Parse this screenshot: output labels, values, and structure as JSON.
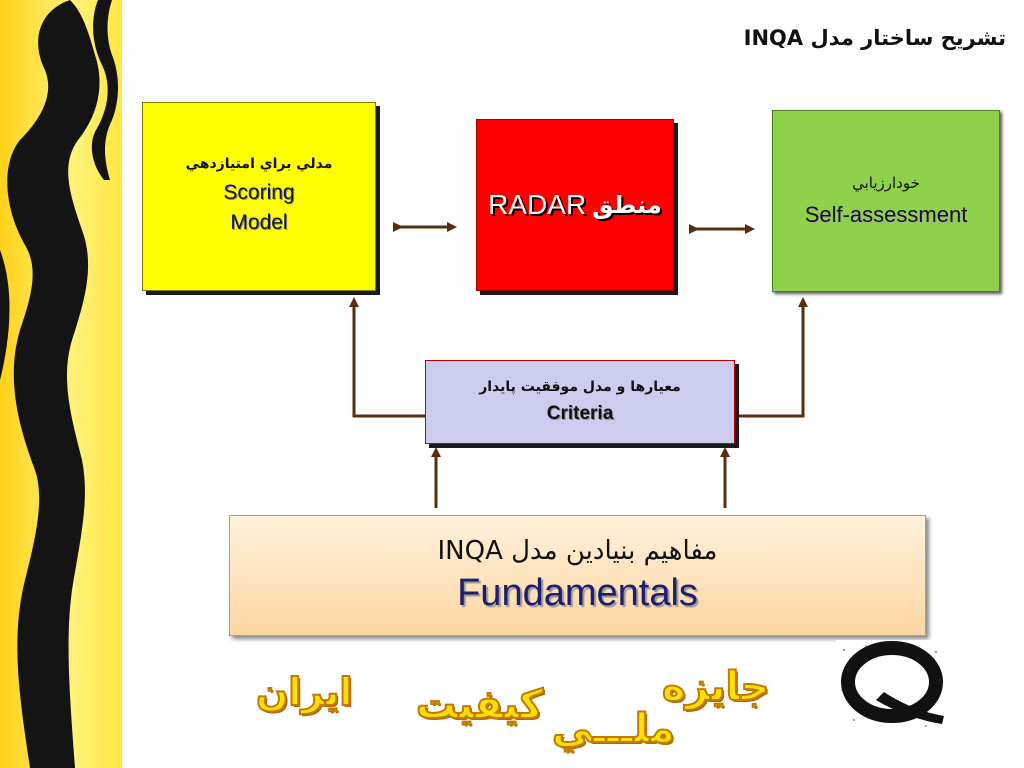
{
  "title": "تشريح ساختار مدل INQA",
  "boxes": {
    "scoring": {
      "fa": "مدلي براي امتيازدهي",
      "en1": "Scoring",
      "en2": "Model"
    },
    "radar": {
      "en": "RADAR",
      "fa": "منطق"
    },
    "self": {
      "fa": "خودارزيابي",
      "en": "Self-assessment"
    },
    "criteria": {
      "fa": "معيارها و مدل موفقيت پايدار",
      "en": "Criteria"
    },
    "fundamentals": {
      "fa": "مفاهيم بنيادين مدل INQA",
      "en": "Fundamentals"
    }
  },
  "logo": {
    "jayeze": "جايزه",
    "keyfiyat": "كيفيت",
    "iran": "ايران",
    "melli": "ملـــي"
  },
  "colors": {
    "scoring": "#ffff00",
    "radar": "#ff0000",
    "self": "#8ed24a",
    "criteria": "#ccccee",
    "fundamentals": "#fdd5a0",
    "arrow": "#5a2e0c",
    "sidebar": "#ffd21a"
  },
  "icons": [
    "sidebar-figure-icon",
    "q-logo-icon"
  ]
}
